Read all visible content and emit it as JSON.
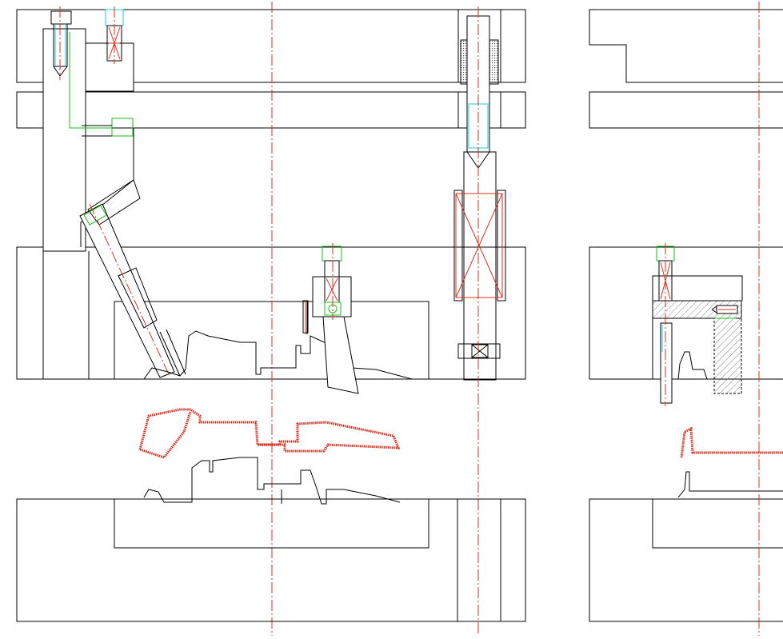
{
  "drawing": {
    "type": "cad-die-cross-section",
    "views": [
      "main-section",
      "side-section"
    ],
    "colors": {
      "outline": "#000000",
      "centerline": "#e0301e",
      "part": "#d82a18",
      "guide": "#18c018",
      "thread": "#20c8d8"
    }
  }
}
